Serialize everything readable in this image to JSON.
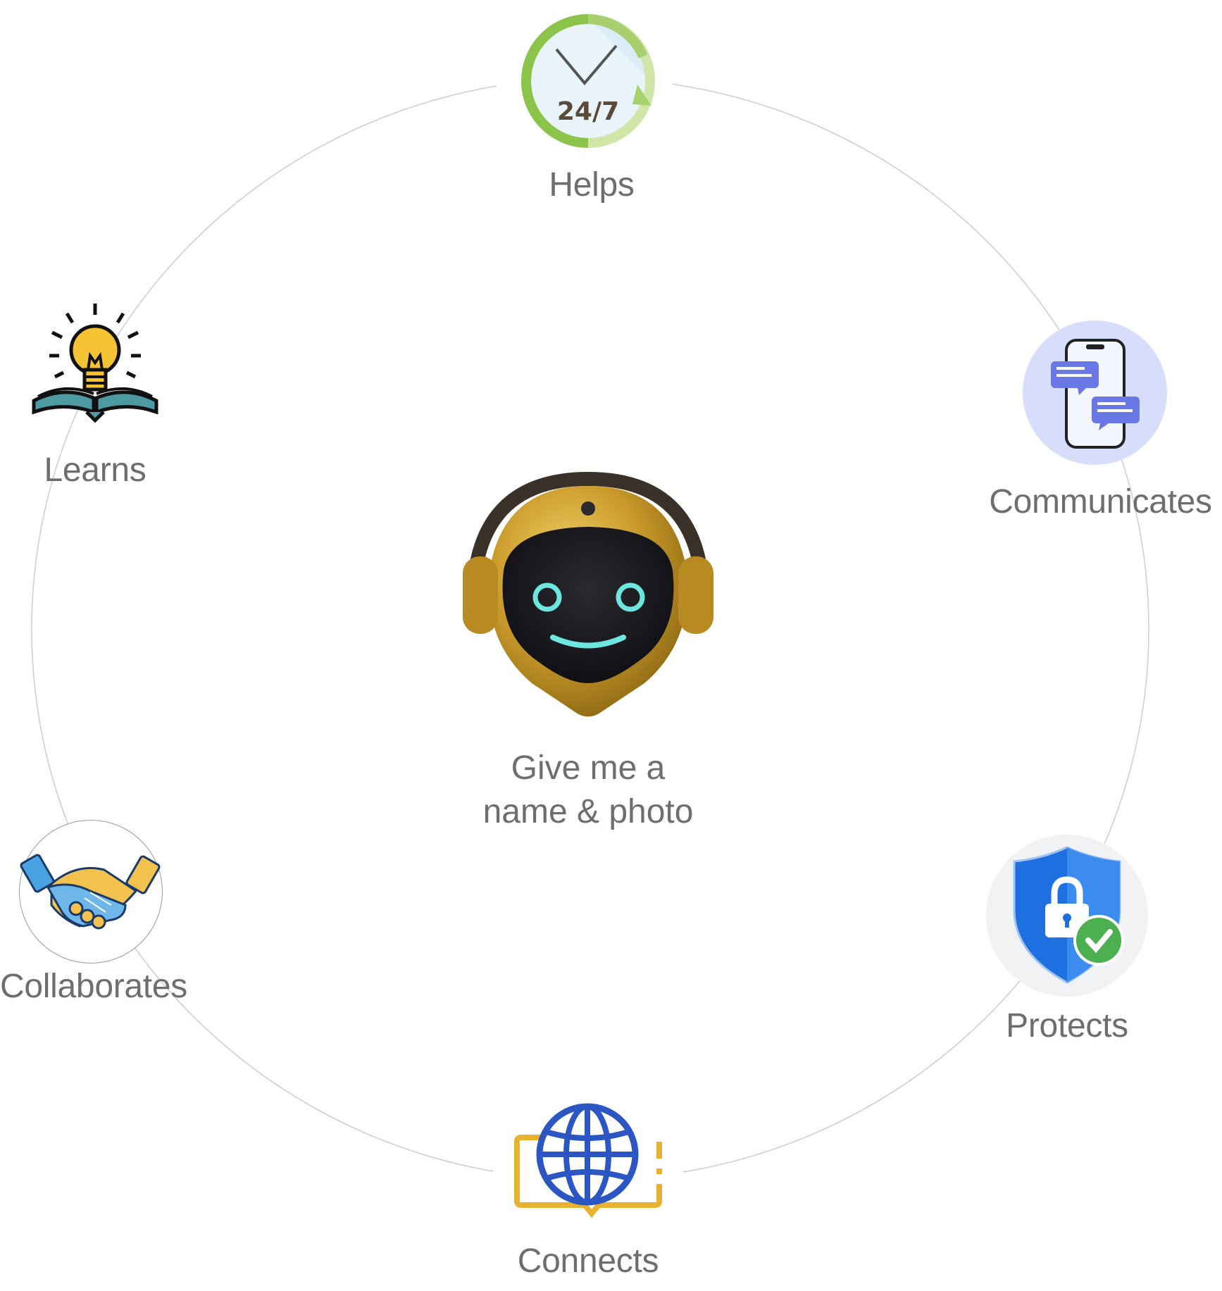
{
  "center": {
    "line1": "Give me a",
    "line2": "name & photo",
    "icon": "robot-avatar-icon"
  },
  "nodes": [
    {
      "id": "helps",
      "label": "Helps",
      "icon": "clock-24-7-icon",
      "icon_text": "24/7"
    },
    {
      "id": "communicates",
      "label": "Communicates",
      "icon": "phone-chat-icon"
    },
    {
      "id": "protects",
      "label": "Protects",
      "icon": "shield-lock-check-icon"
    },
    {
      "id": "connects",
      "label": "Connects",
      "icon": "globe-chat-icon"
    },
    {
      "id": "collaborates",
      "label": "Collaborates",
      "icon": "handshake-icon"
    },
    {
      "id": "learns",
      "label": "Learns",
      "icon": "lightbulb-book-icon"
    }
  ],
  "colors": {
    "ring": "#cfcfcf",
    "label": "#6e6e6e",
    "clock_green": "#8cc34a",
    "chat_bg": "#d6defb",
    "chat_purple": "#6a78e6",
    "shield_blue": "#2a7de1",
    "check_green": "#4caf50",
    "globe_blue": "#2b56c4",
    "bubble_yellow": "#e8b22f",
    "robot_gold": "#c99a2a"
  }
}
